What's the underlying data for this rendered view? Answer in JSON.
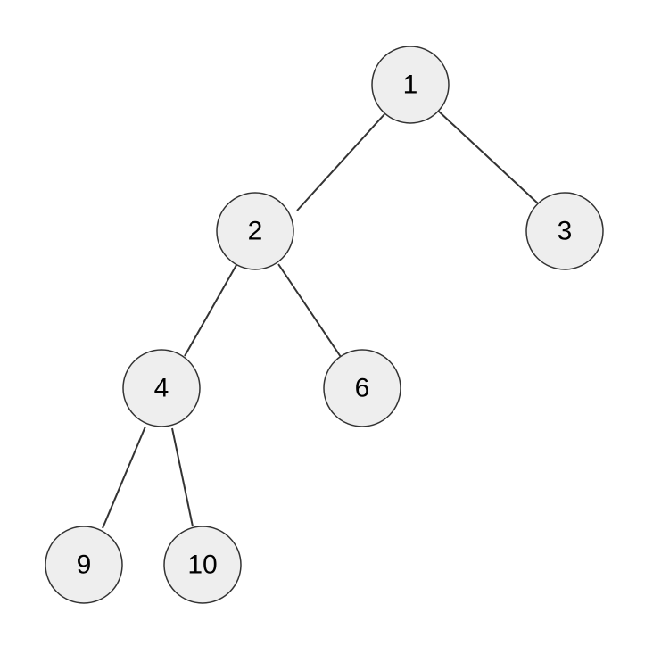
{
  "tree": {
    "nodes": [
      {
        "id": "n1",
        "label": "1"
      },
      {
        "id": "n2",
        "label": "2"
      },
      {
        "id": "n3",
        "label": "3"
      },
      {
        "id": "n4",
        "label": "4"
      },
      {
        "id": "n6",
        "label": "6"
      },
      {
        "id": "n9",
        "label": "9"
      },
      {
        "id": "n10",
        "label": "10"
      }
    ],
    "edges": [
      {
        "from": "n1",
        "to": "n2"
      },
      {
        "from": "n1",
        "to": "n3"
      },
      {
        "from": "n2",
        "to": "n4"
      },
      {
        "from": "n2",
        "to": "n6"
      },
      {
        "from": "n4",
        "to": "n9"
      },
      {
        "from": "n4",
        "to": "n10"
      }
    ]
  },
  "colors": {
    "node_fill": "#eeeeee",
    "node_stroke": "#333333",
    "edge_stroke": "#333333",
    "label": "#000000"
  }
}
